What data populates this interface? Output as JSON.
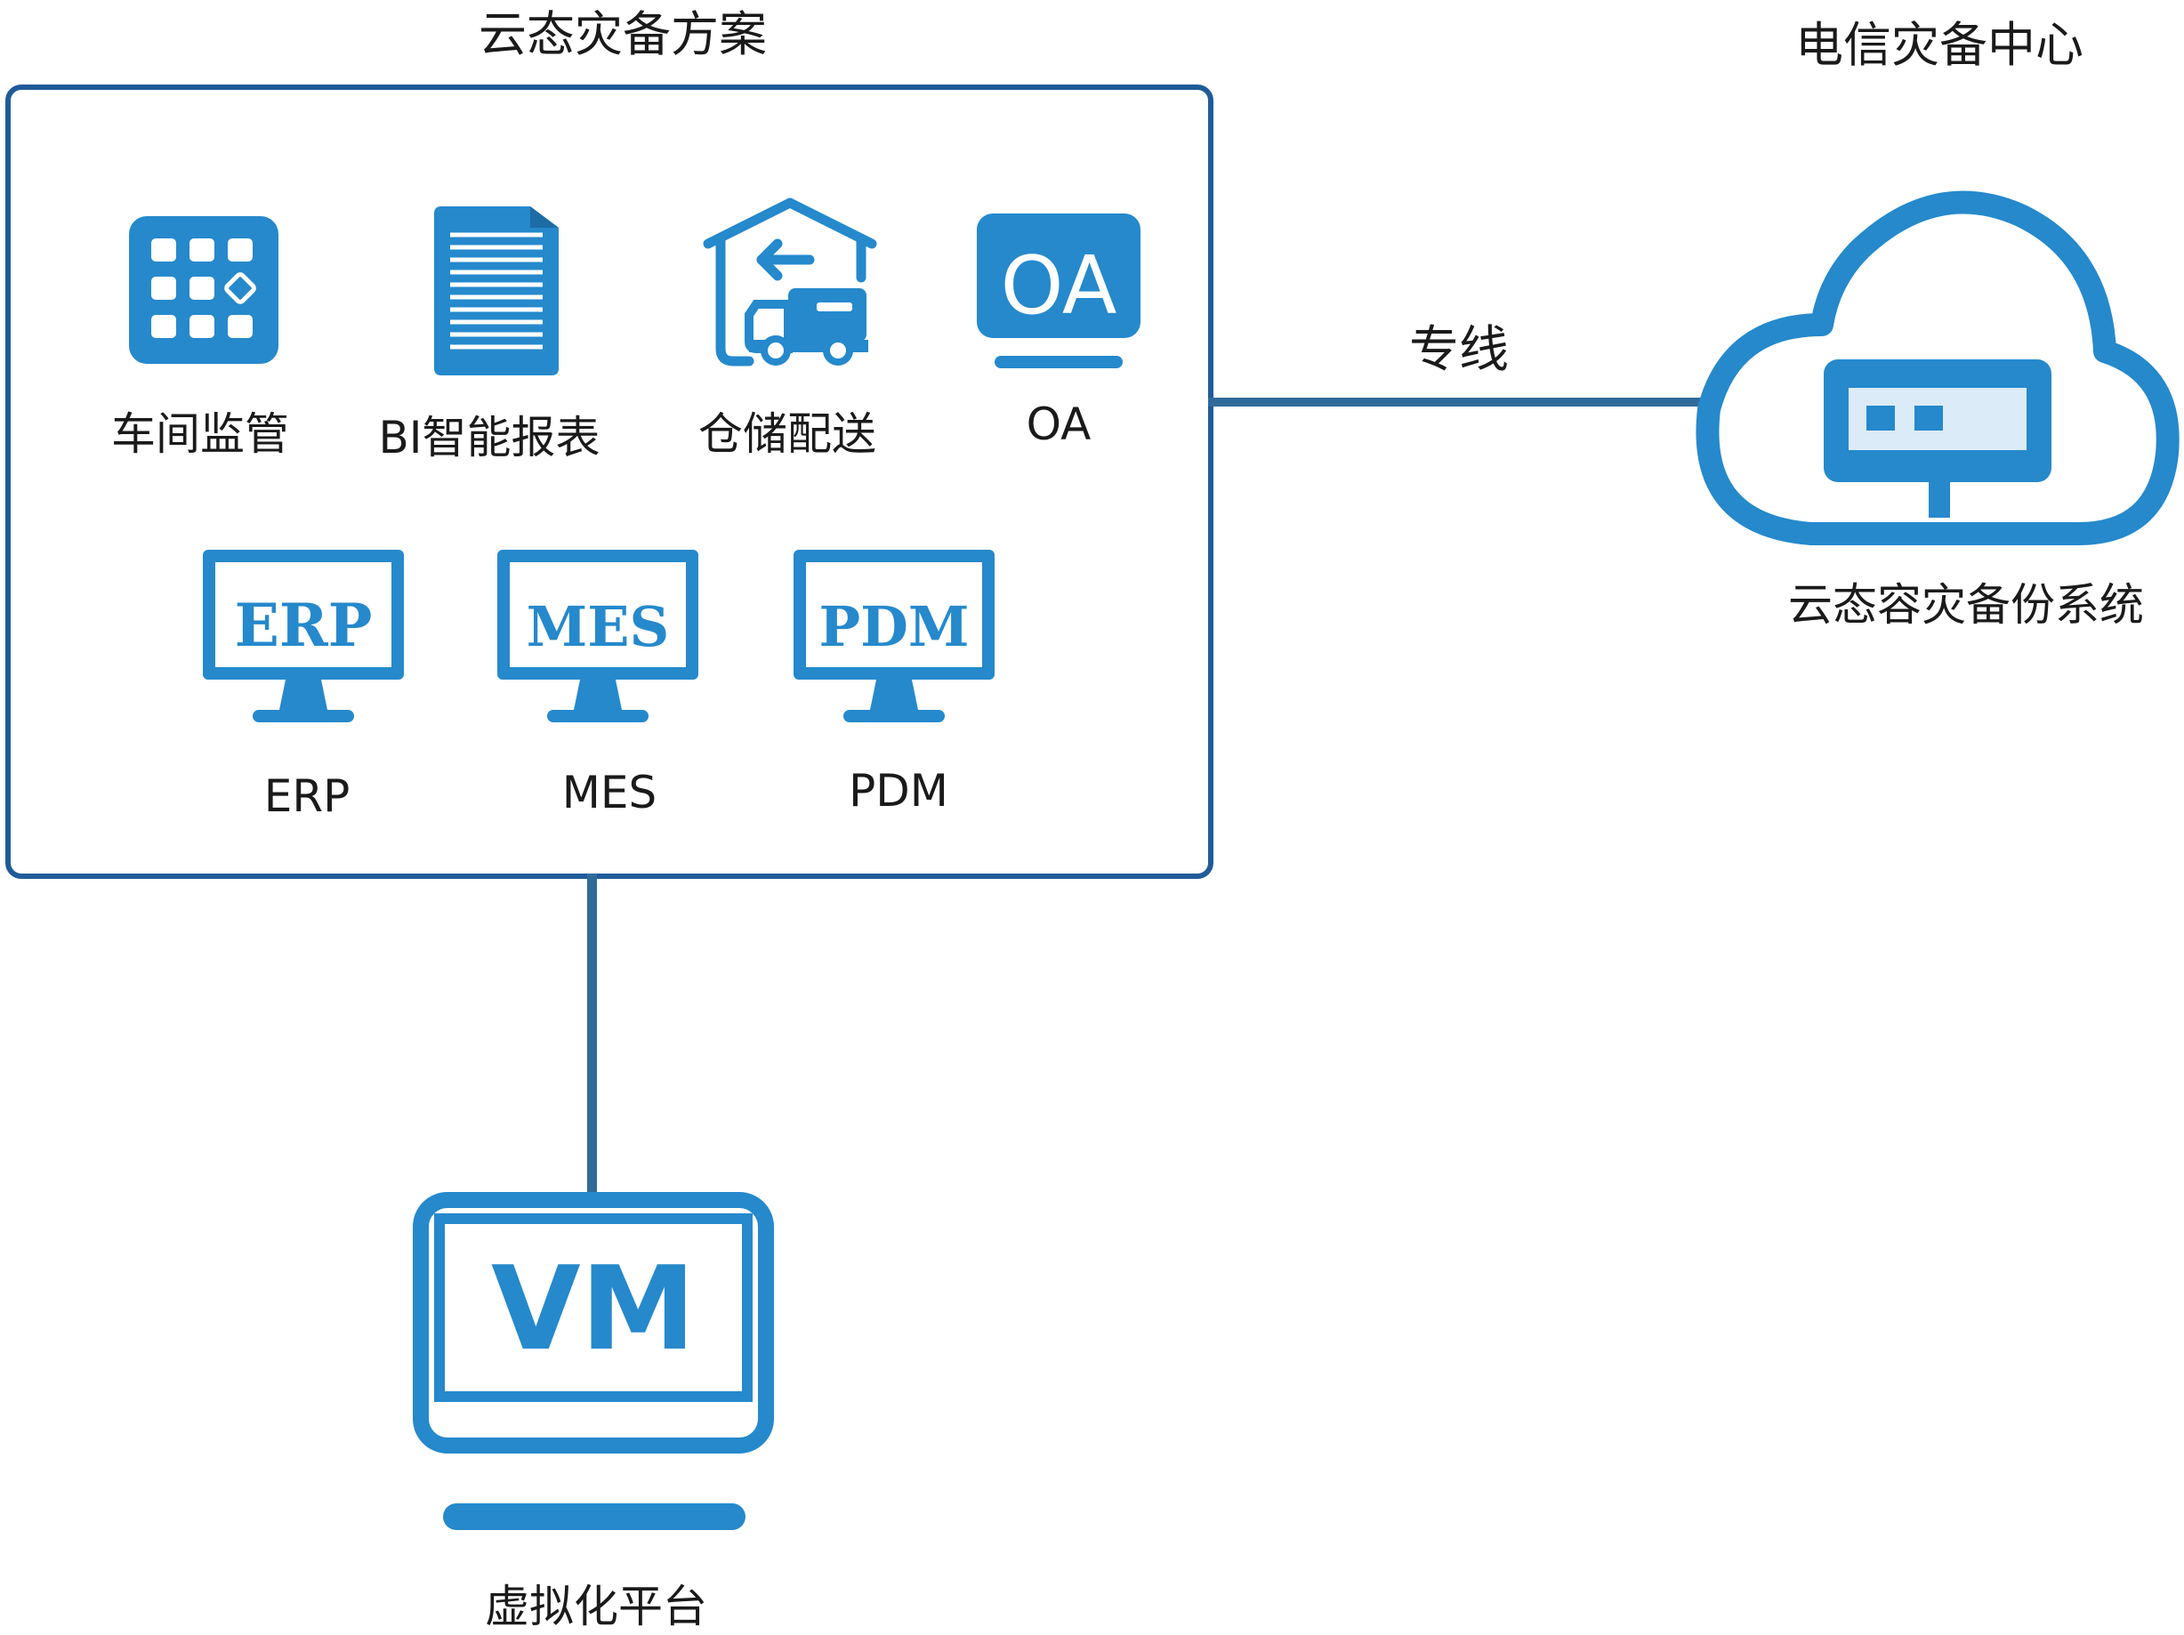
{
  "solution_title": "云态灾备方案",
  "datacenter_title": "电信灾备中心",
  "link_label": "专线",
  "apps": [
    {
      "label": "车间监管",
      "icon": "grid-panel-icon"
    },
    {
      "label": "BI智能报表",
      "icon": "document-icon"
    },
    {
      "label": "仓储配送",
      "icon": "warehouse-truck-icon"
    },
    {
      "label": "OA",
      "icon": "oa-monitor-icon",
      "icon_text": "OA"
    },
    {
      "label": "ERP",
      "icon": "erp-monitor-icon",
      "icon_text": "ERP"
    },
    {
      "label": "MES",
      "icon": "mes-monitor-icon",
      "icon_text": "MES"
    },
    {
      "label": "PDM",
      "icon": "pdm-monitor-icon",
      "icon_text": "PDM"
    }
  ],
  "cloud_system": {
    "label": "云态容灾备份系统",
    "icon": "cloud-server-icon"
  },
  "virtualization": {
    "label": "虚拟化平台",
    "icon": "vm-monitor-icon",
    "icon_text": "VM"
  },
  "colors": {
    "accent": "#2589cc",
    "frame": "#1f5b99",
    "connector": "#2f6b9a",
    "server_light": "#dcebf8"
  }
}
